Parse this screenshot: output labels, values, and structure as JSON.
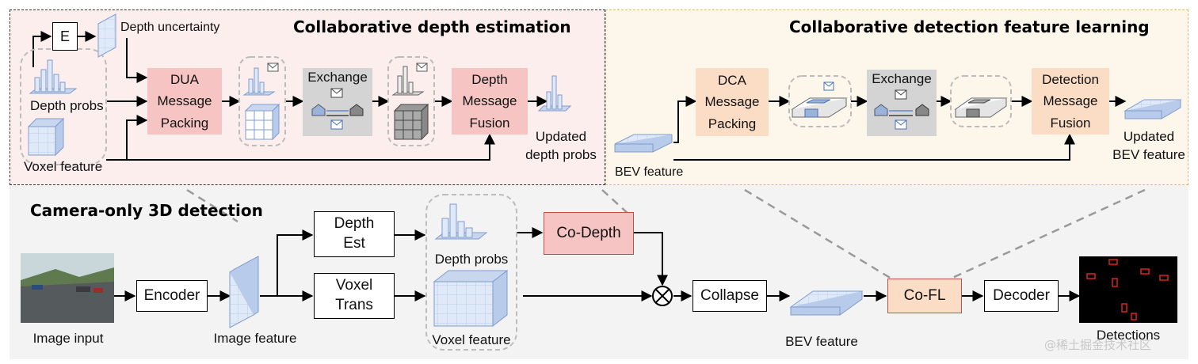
{
  "titles": {
    "depth": "Collaborative depth estimation",
    "detection": "Collaborative detection feature learning",
    "camera": "Camera-only 3D detection"
  },
  "depth_panel": {
    "e_label": "E",
    "depth_uncertainty": "Depth uncertainty",
    "depth_probs": "Depth probs",
    "voxel_feature": "Voxel feature",
    "dua": [
      "DUA",
      "Message",
      "Packing"
    ],
    "exchange": "Exchange",
    "fusion": [
      "Depth",
      "Message",
      "Fusion"
    ],
    "updated": [
      "Updated",
      "depth probs"
    ]
  },
  "detect_panel": {
    "dca": [
      "DCA",
      "Message",
      "Packing"
    ],
    "exchange": "Exchange",
    "fusion": [
      "Detection",
      "Message",
      "Fusion"
    ],
    "bev_feature": "BEV feature",
    "updated": [
      "Updated",
      "BEV feature"
    ]
  },
  "camera_panel": {
    "image_input": "Image input",
    "encoder": "Encoder",
    "image_feature": "Image feature",
    "depth_est": [
      "Depth",
      "Est"
    ],
    "voxel_trans": [
      "Voxel",
      "Trans"
    ],
    "depth_probs": "Depth probs",
    "voxel_feature": "Voxel feature",
    "co_depth": "Co-Depth",
    "collapse": "Collapse",
    "bev_feature": "BEV feature",
    "co_fl": "Co-FL",
    "decoder": "Decoder",
    "detections": "Detections"
  },
  "watermark": "@稀土掘金技术社区",
  "colors": {
    "depth_panel_bg": "#fdeeee",
    "detect_panel_bg": "#fdf6ea",
    "camera_panel_bg": "#f3f3f3",
    "red_box": "#f6c5c3",
    "orange_box": "#fbdcc4",
    "gray_box": "#d4d4d4",
    "feature_blue": "#dfe9f7",
    "feature_line": "#7f9ccd",
    "detection_bg": "#000000",
    "detection_box": "#e02020"
  }
}
